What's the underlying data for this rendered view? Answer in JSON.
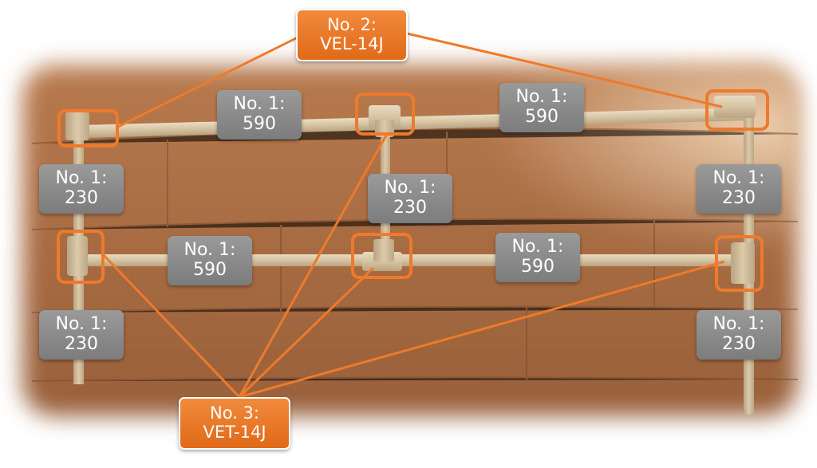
{
  "pipe_labels": [
    {
      "l1": "No. 1:",
      "l2": "590"
    },
    {
      "l1": "No. 1:",
      "l2": "590"
    },
    {
      "l1": "No. 1:",
      "l2": "230"
    },
    {
      "l1": "No. 1:",
      "l2": "230"
    },
    {
      "l1": "No. 1:",
      "l2": "230"
    },
    {
      "l1": "No. 1:",
      "l2": "590"
    },
    {
      "l1": "No. 1:",
      "l2": "590"
    },
    {
      "l1": "No. 1:",
      "l2": "230"
    },
    {
      "l1": "No. 1:",
      "l2": "230"
    }
  ],
  "part_labels": {
    "elbow": {
      "l1": "No. 2:",
      "l2": "VEL-14J"
    },
    "tee": {
      "l1": "No. 3:",
      "l2": "VET-14J"
    }
  },
  "colors": {
    "callout": "#ee7a2b",
    "label_gray": "#8a8a8a",
    "wall_wood": "#a86d45",
    "pipe_beige": "#d8c6a6"
  }
}
